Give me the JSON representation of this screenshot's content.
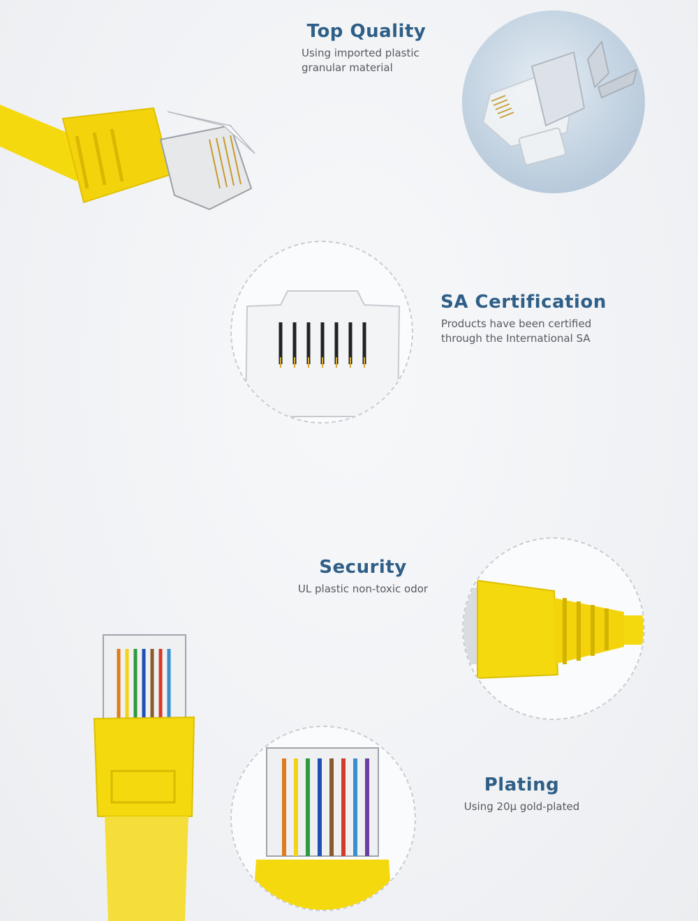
{
  "colors": {
    "title": "#2f5e86",
    "body": "#555a60",
    "cable_yellow": "#f5d90f",
    "background": "#f1f2f4"
  },
  "features": [
    {
      "title": "Top Quality",
      "desc_lines": [
        "Using imported plastic",
        "granular material"
      ]
    },
    {
      "title": "SA Certification",
      "desc_lines": [
        "Products have been certified",
        "through the International SA"
      ]
    },
    {
      "title": "Security",
      "desc_lines": [
        "UL plastic non-toxic odor"
      ]
    },
    {
      "title": "Plating",
      "desc_lines": [
        "Using 20μ gold-plated"
      ]
    }
  ]
}
